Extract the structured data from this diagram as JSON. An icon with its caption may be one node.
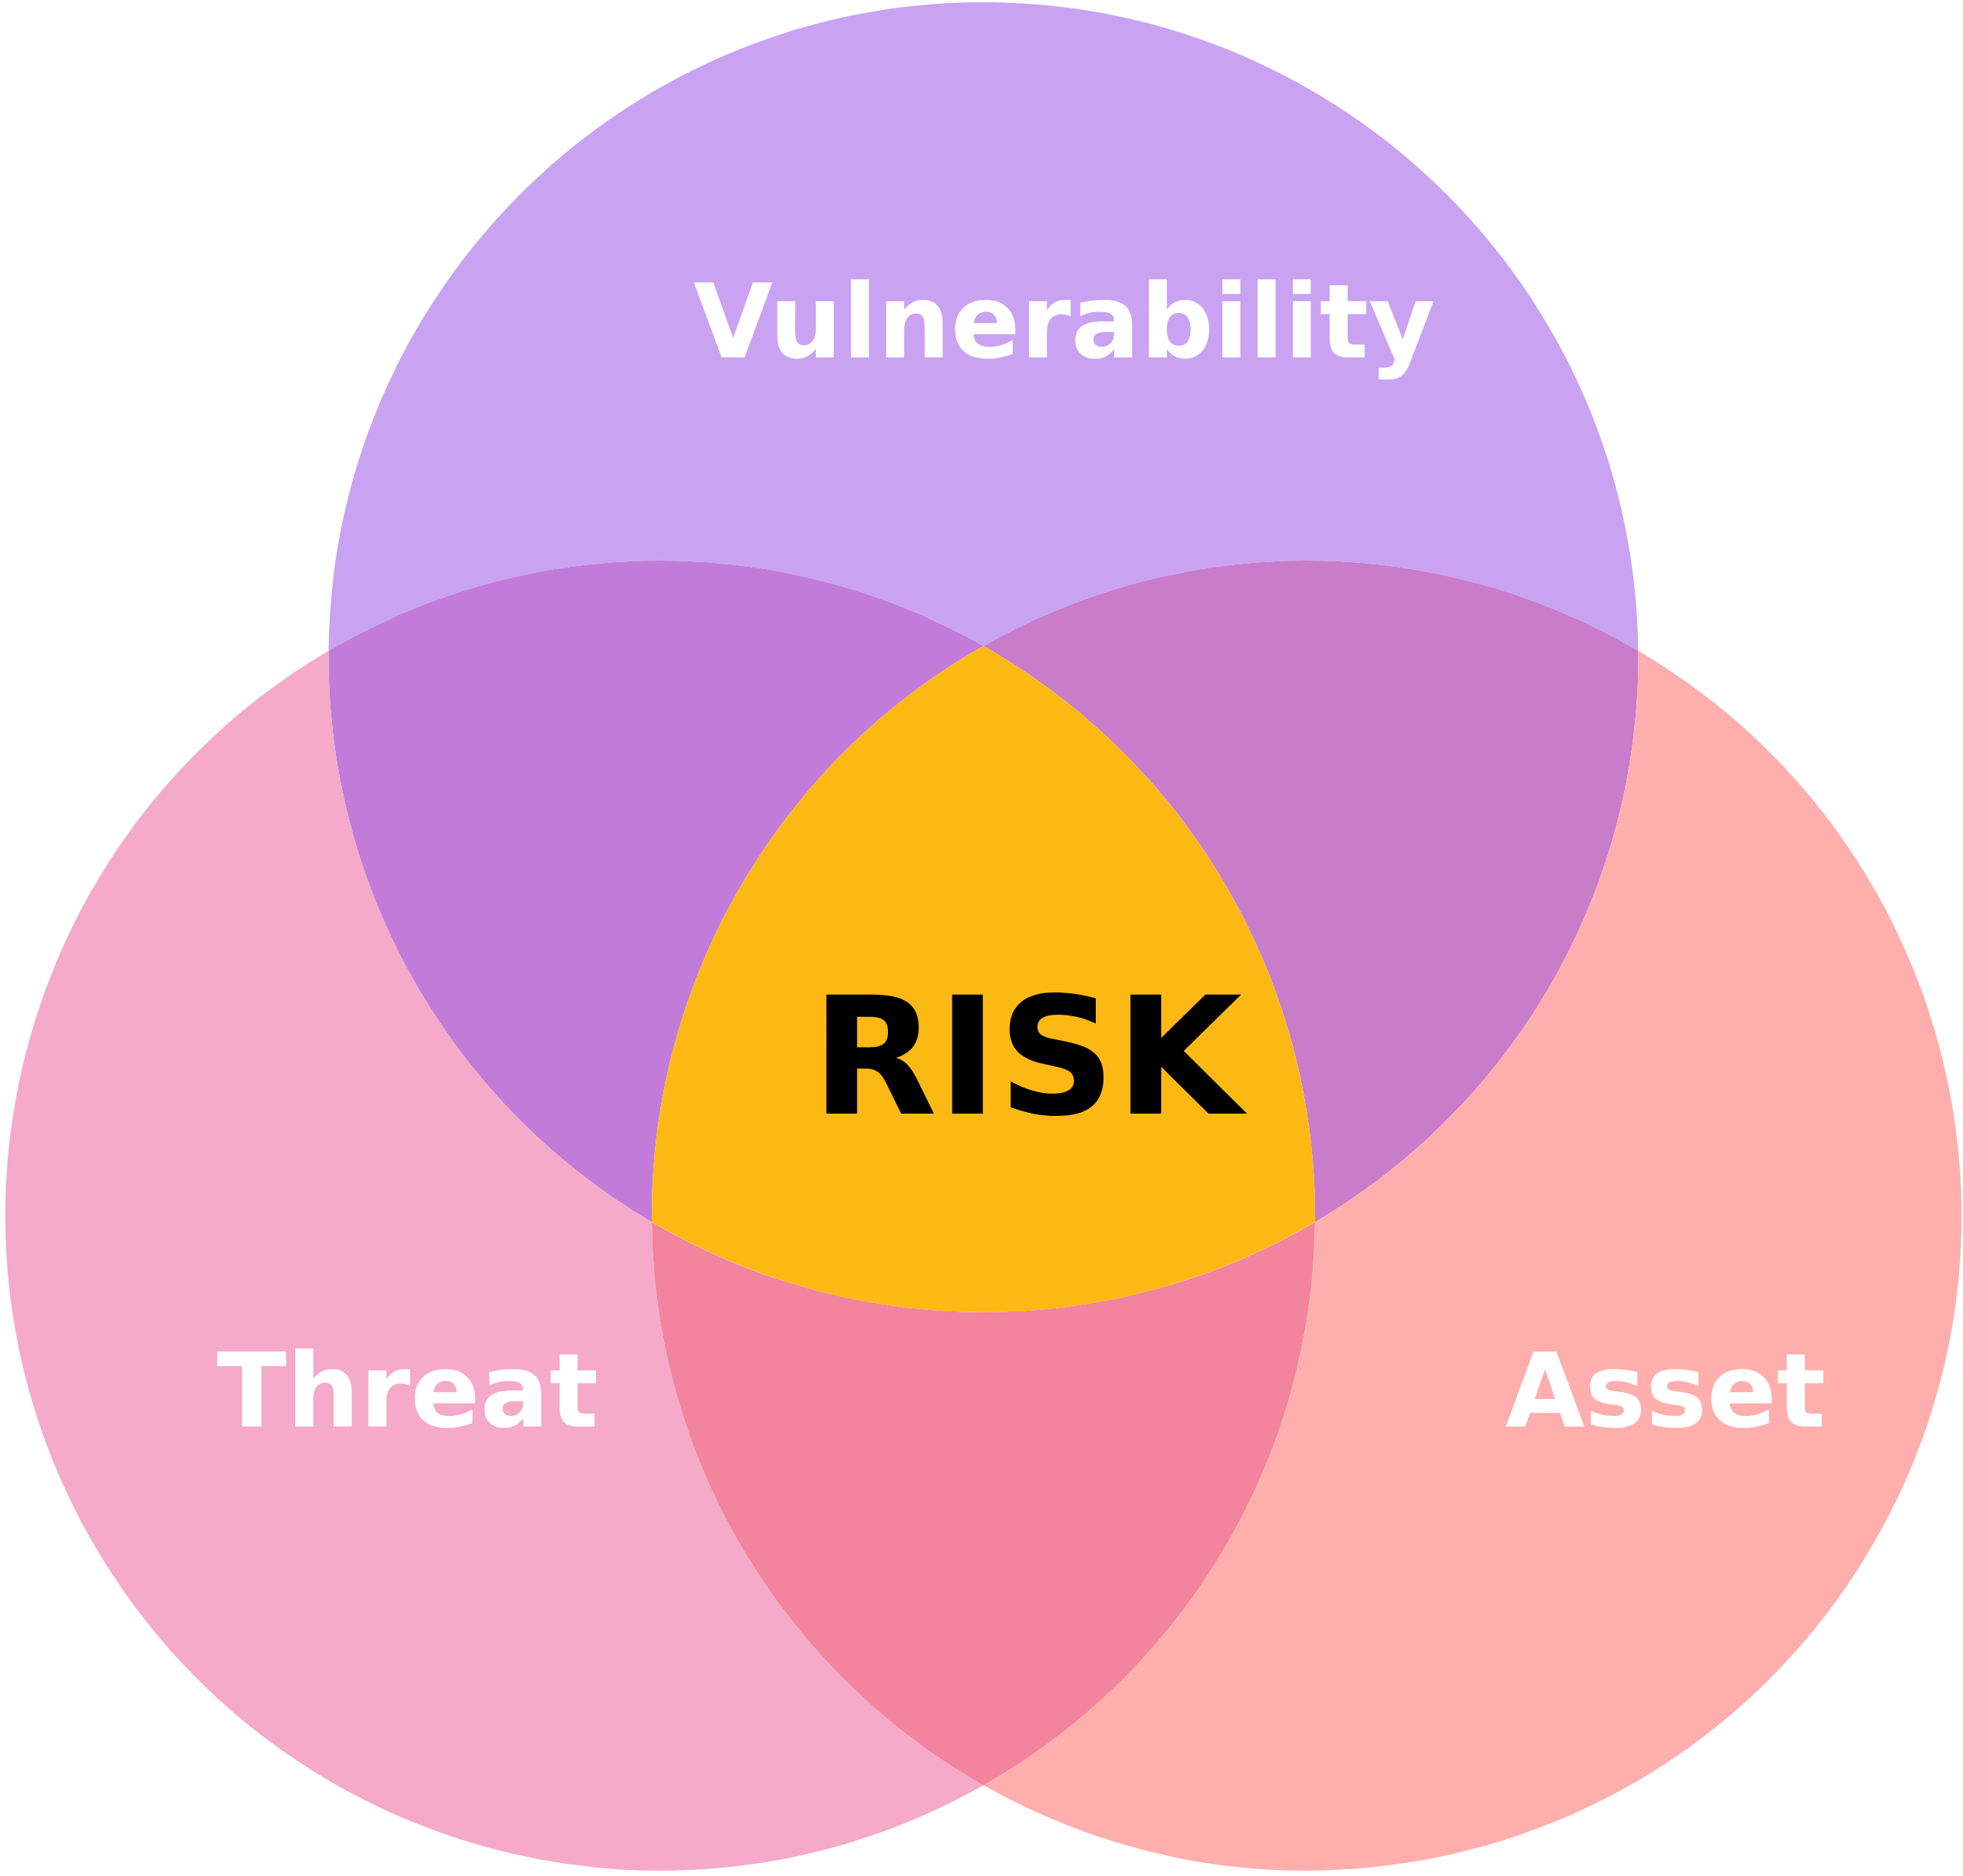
{
  "diagram": {
    "nodes": [
      {
        "text": [
          "Vulnerability"
        ]
      },
      {
        "text": [],
        "shape": "lens"
      },
      {
        "text": [],
        "shape": "lens"
      },
      {
        "text": [
          "RISK"
        ]
      },
      {
        "text": [
          "Threat"
        ]
      },
      {
        "text": [
          "Asset"
        ]
      },
      {
        "text": [],
        "shape": "lens"
      }
    ]
  }
}
